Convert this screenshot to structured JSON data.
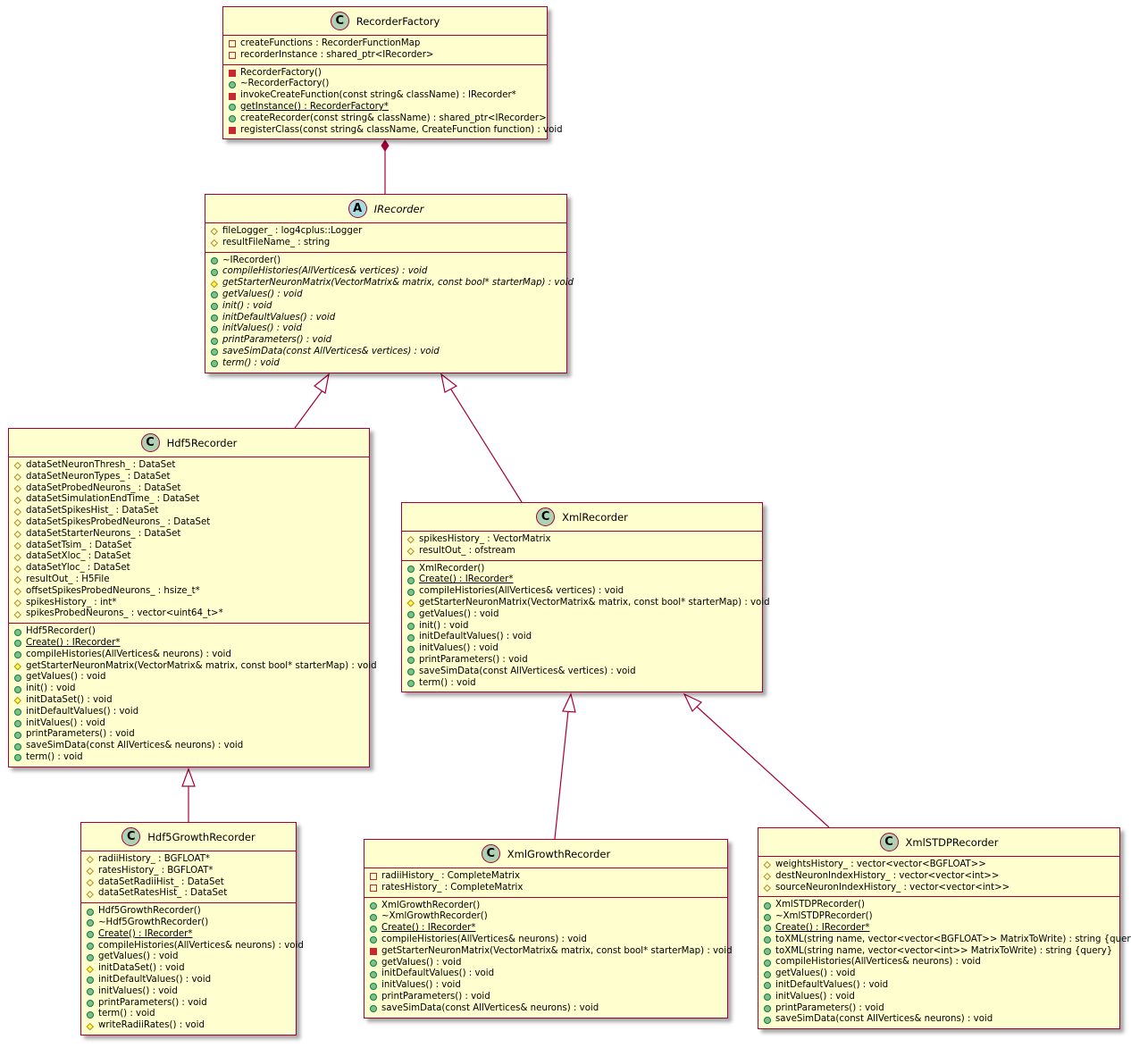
{
  "diagram": {
    "type": "uml-class-diagram",
    "colors": {
      "class_fill": "#FEFECE",
      "border": "#A80036",
      "class_badge": "#ADD1B2",
      "abstract_badge": "#A9DCDF",
      "public_icon": "#84BE84",
      "private_icon": "#C82930",
      "protected_icon": "#FFFF44"
    },
    "classes": {
      "RecorderFactory": {
        "stereotype_letter": "C",
        "kind": "class",
        "name": "RecorderFactory",
        "fields": [
          {
            "vis": "priv-f",
            "text": "createFunctions : RecorderFunctionMap"
          },
          {
            "vis": "priv-f",
            "text": "recorderInstance : shared_ptr<IRecorder>"
          }
        ],
        "methods": [
          {
            "vis": "priv-m",
            "text": "RecorderFactory()"
          },
          {
            "vis": "pub-m",
            "text": "~RecorderFactory()"
          },
          {
            "vis": "priv-m",
            "text": "invokeCreateFunction(const string& className) : IRecorder*"
          },
          {
            "vis": "pub-m",
            "text": "getInstance() : RecorderFactory*",
            "static": true
          },
          {
            "vis": "pub-m",
            "text": "createRecorder(const string& className) : shared_ptr<IRecorder>"
          },
          {
            "vis": "priv-m",
            "text": "registerClass(const string& className, CreateFunction function) : void"
          }
        ]
      },
      "IRecorder": {
        "stereotype_letter": "A",
        "kind": "abstract",
        "name": "IRecorder",
        "fields": [
          {
            "vis": "prot-f",
            "text": "fileLogger_ : log4cplus::Logger"
          },
          {
            "vis": "prot-f",
            "text": "resultFileName_ : string"
          }
        ],
        "methods": [
          {
            "vis": "pub-m",
            "text": "~IRecorder()"
          },
          {
            "vis": "pub-m",
            "text": "compileHistories(AllVertices& vertices) : void",
            "abstract": true
          },
          {
            "vis": "prot-m",
            "text": "getStarterNeuronMatrix(VectorMatrix& matrix, const bool* starterMap) : void",
            "abstract": true
          },
          {
            "vis": "pub-m",
            "text": "getValues() : void",
            "abstract": true
          },
          {
            "vis": "pub-m",
            "text": "init() : void",
            "abstract": true
          },
          {
            "vis": "pub-m",
            "text": "initDefaultValues() : void",
            "abstract": true
          },
          {
            "vis": "pub-m",
            "text": "initValues() : void",
            "abstract": true
          },
          {
            "vis": "pub-m",
            "text": "printParameters() : void",
            "abstract": true
          },
          {
            "vis": "pub-m",
            "text": "saveSimData(const AllVertices& vertices) : void",
            "abstract": true
          },
          {
            "vis": "pub-m",
            "text": "term() : void",
            "abstract": true
          }
        ]
      },
      "Hdf5Recorder": {
        "stereotype_letter": "C",
        "kind": "class",
        "name": "Hdf5Recorder",
        "fields": [
          {
            "vis": "prot-f",
            "text": "dataSetNeuronThresh_ : DataSet"
          },
          {
            "vis": "prot-f",
            "text": "dataSetNeuronTypes_ : DataSet"
          },
          {
            "vis": "prot-f",
            "text": "dataSetProbedNeurons_ : DataSet"
          },
          {
            "vis": "prot-f",
            "text": "dataSetSimulationEndTime_ : DataSet"
          },
          {
            "vis": "prot-f",
            "text": "dataSetSpikesHist_ : DataSet"
          },
          {
            "vis": "prot-f",
            "text": "dataSetSpikesProbedNeurons_ : DataSet"
          },
          {
            "vis": "prot-f",
            "text": "dataSetStarterNeurons_ : DataSet"
          },
          {
            "vis": "prot-f",
            "text": "dataSetTsim_ : DataSet"
          },
          {
            "vis": "prot-f",
            "text": "dataSetXloc_ : DataSet"
          },
          {
            "vis": "prot-f",
            "text": "dataSetYloc_ : DataSet"
          },
          {
            "vis": "prot-f",
            "text": "resultOut_ : H5File"
          },
          {
            "vis": "prot-f",
            "text": "offsetSpikesProbedNeurons_ : hsize_t*"
          },
          {
            "vis": "prot-f",
            "text": "spikesHistory_ : int*"
          },
          {
            "vis": "prot-f",
            "text": "spikesProbedNeurons_ : vector<uint64_t>*"
          }
        ],
        "methods": [
          {
            "vis": "pub-m",
            "text": "Hdf5Recorder()"
          },
          {
            "vis": "pub-m",
            "text": "Create() : IRecorder*",
            "static": true
          },
          {
            "vis": "pub-m",
            "text": "compileHistories(AllVertices& neurons) : void"
          },
          {
            "vis": "prot-m",
            "text": "getStarterNeuronMatrix(VectorMatrix& matrix, const bool* starterMap) : void"
          },
          {
            "vis": "pub-m",
            "text": "getValues() : void"
          },
          {
            "vis": "pub-m",
            "text": "init() : void"
          },
          {
            "vis": "prot-m",
            "text": "initDataSet() : void"
          },
          {
            "vis": "pub-m",
            "text": "initDefaultValues() : void"
          },
          {
            "vis": "pub-m",
            "text": "initValues() : void"
          },
          {
            "vis": "pub-m",
            "text": "printParameters() : void"
          },
          {
            "vis": "pub-m",
            "text": "saveSimData(const AllVertices& neurons) : void"
          },
          {
            "vis": "pub-m",
            "text": "term() : void"
          }
        ]
      },
      "XmlRecorder": {
        "stereotype_letter": "C",
        "kind": "class",
        "name": "XmlRecorder",
        "fields": [
          {
            "vis": "prot-f",
            "text": "spikesHistory_ : VectorMatrix"
          },
          {
            "vis": "prot-f",
            "text": "resultOut_ : ofstream"
          }
        ],
        "methods": [
          {
            "vis": "pub-m",
            "text": "XmlRecorder()"
          },
          {
            "vis": "pub-m",
            "text": "Create() : IRecorder*",
            "static": true
          },
          {
            "vis": "pub-m",
            "text": "compileHistories(AllVertices& vertices) : void"
          },
          {
            "vis": "prot-m",
            "text": "getStarterNeuronMatrix(VectorMatrix& matrix, const bool* starterMap) : void"
          },
          {
            "vis": "pub-m",
            "text": "getValues() : void"
          },
          {
            "vis": "pub-m",
            "text": "init() : void"
          },
          {
            "vis": "pub-m",
            "text": "initDefaultValues() : void"
          },
          {
            "vis": "pub-m",
            "text": "initValues() : void"
          },
          {
            "vis": "pub-m",
            "text": "printParameters() : void"
          },
          {
            "vis": "pub-m",
            "text": "saveSimData(const AllVertices& vertices) : void"
          },
          {
            "vis": "pub-m",
            "text": "term() : void"
          }
        ]
      },
      "Hdf5GrowthRecorder": {
        "stereotype_letter": "C",
        "kind": "class",
        "name": "Hdf5GrowthRecorder",
        "fields": [
          {
            "vis": "prot-f",
            "text": "radiiHistory_ : BGFLOAT*"
          },
          {
            "vis": "prot-f",
            "text": "ratesHistory_ : BGFLOAT*"
          },
          {
            "vis": "prot-f",
            "text": "dataSetRadiiHist_ : DataSet"
          },
          {
            "vis": "prot-f",
            "text": "dataSetRatesHist_ : DataSet"
          }
        ],
        "methods": [
          {
            "vis": "pub-m",
            "text": "Hdf5GrowthRecorder()"
          },
          {
            "vis": "pub-m",
            "text": "~Hdf5GrowthRecorder()"
          },
          {
            "vis": "pub-m",
            "text": "Create() : IRecorder*",
            "static": true
          },
          {
            "vis": "pub-m",
            "text": "compileHistories(AllVertices& neurons) : void"
          },
          {
            "vis": "pub-m",
            "text": "getValues() : void"
          },
          {
            "vis": "prot-m",
            "text": "initDataSet() : void"
          },
          {
            "vis": "pub-m",
            "text": "initDefaultValues() : void"
          },
          {
            "vis": "pub-m",
            "text": "initValues() : void"
          },
          {
            "vis": "pub-m",
            "text": "printParameters() : void"
          },
          {
            "vis": "pub-m",
            "text": "term() : void"
          },
          {
            "vis": "prot-m",
            "text": "writeRadiiRates() : void"
          }
        ]
      },
      "XmlGrowthRecorder": {
        "stereotype_letter": "C",
        "kind": "class",
        "name": "XmlGrowthRecorder",
        "fields": [
          {
            "vis": "priv-f",
            "text": "radiiHistory_ : CompleteMatrix"
          },
          {
            "vis": "priv-f",
            "text": "ratesHistory_ : CompleteMatrix"
          }
        ],
        "methods": [
          {
            "vis": "pub-m",
            "text": "XmlGrowthRecorder()"
          },
          {
            "vis": "pub-m",
            "text": "~XmlGrowthRecorder()"
          },
          {
            "vis": "pub-m",
            "text": "Create() : IRecorder*",
            "static": true
          },
          {
            "vis": "pub-m",
            "text": "compileHistories(AllVertices& neurons) : void"
          },
          {
            "vis": "priv-m",
            "text": "getStarterNeuronMatrix(VectorMatrix& matrix, const bool* starterMap) : void"
          },
          {
            "vis": "pub-m",
            "text": "getValues() : void"
          },
          {
            "vis": "pub-m",
            "text": "initDefaultValues() : void"
          },
          {
            "vis": "pub-m",
            "text": "initValues() : void"
          },
          {
            "vis": "pub-m",
            "text": "printParameters() : void"
          },
          {
            "vis": "pub-m",
            "text": "saveSimData(const AllVertices& neurons) : void"
          }
        ]
      },
      "XmlSTDPRecorder": {
        "stereotype_letter": "C",
        "kind": "class",
        "name": "XmlSTDPRecorder",
        "fields": [
          {
            "vis": "prot-f",
            "text": "weightsHistory_ : vector<vector<BGFLOAT>>"
          },
          {
            "vis": "prot-f",
            "text": "destNeuronIndexHistory_ : vector<vector<int>>"
          },
          {
            "vis": "prot-f",
            "text": "sourceNeuronIndexHistory_ : vector<vector<int>>"
          }
        ],
        "methods": [
          {
            "vis": "pub-m",
            "text": "XmlSTDPRecorder()"
          },
          {
            "vis": "pub-m",
            "text": "~XmlSTDPRecorder()"
          },
          {
            "vis": "pub-m",
            "text": "Create() : IRecorder*",
            "static": true
          },
          {
            "vis": "pub-m",
            "text": "toXML(string name, vector<vector<BGFLOAT>> MatrixToWrite) : string {query}"
          },
          {
            "vis": "pub-m",
            "text": "toXML(string name, vector<vector<int>> MatrixToWrite) : string {query}"
          },
          {
            "vis": "pub-m",
            "text": "compileHistories(AllVertices& neurons) : void"
          },
          {
            "vis": "pub-m",
            "text": "getValues() : void"
          },
          {
            "vis": "pub-m",
            "text": "initDefaultValues() : void"
          },
          {
            "vis": "pub-m",
            "text": "initValues() : void"
          },
          {
            "vis": "pub-m",
            "text": "printParameters() : void"
          },
          {
            "vis": "pub-m",
            "text": "saveSimData(const AllVertices& neurons) : void"
          }
        ]
      }
    },
    "relations": [
      {
        "type": "composition",
        "from": "RecorderFactory",
        "to": "IRecorder"
      },
      {
        "type": "inheritance",
        "from": "Hdf5Recorder",
        "to": "IRecorder"
      },
      {
        "type": "inheritance",
        "from": "XmlRecorder",
        "to": "IRecorder"
      },
      {
        "type": "inheritance",
        "from": "Hdf5GrowthRecorder",
        "to": "Hdf5Recorder"
      },
      {
        "type": "inheritance",
        "from": "XmlGrowthRecorder",
        "to": "XmlRecorder"
      },
      {
        "type": "inheritance",
        "from": "XmlSTDPRecorder",
        "to": "XmlRecorder"
      }
    ]
  }
}
